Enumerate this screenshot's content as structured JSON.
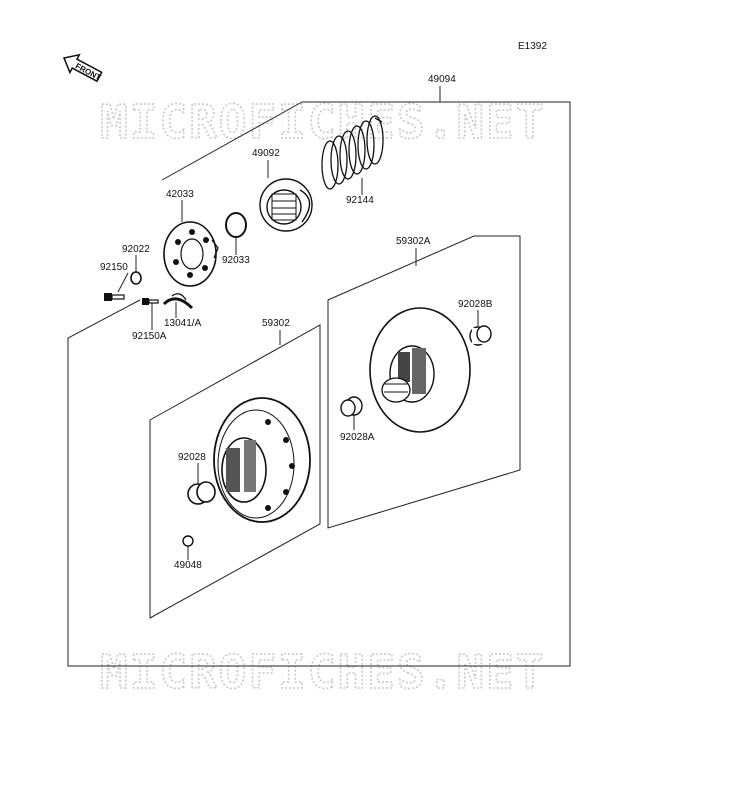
{
  "diagram_code": "E1392",
  "front_label": "FRONT",
  "watermark": "MICROFICHES.NET",
  "parts": {
    "p49094": "49094",
    "p49092": "49092",
    "p92144": "92144",
    "p42033": "42033",
    "p92033": "92033",
    "p92022": "92022",
    "p92150": "92150",
    "p92150A": "92150A",
    "p13041A": "13041/A",
    "p59302A": "59302A",
    "p92028B": "92028B",
    "p92028A": "92028A",
    "p59302": "59302",
    "p92028": "92028",
    "p49048": "49048"
  }
}
